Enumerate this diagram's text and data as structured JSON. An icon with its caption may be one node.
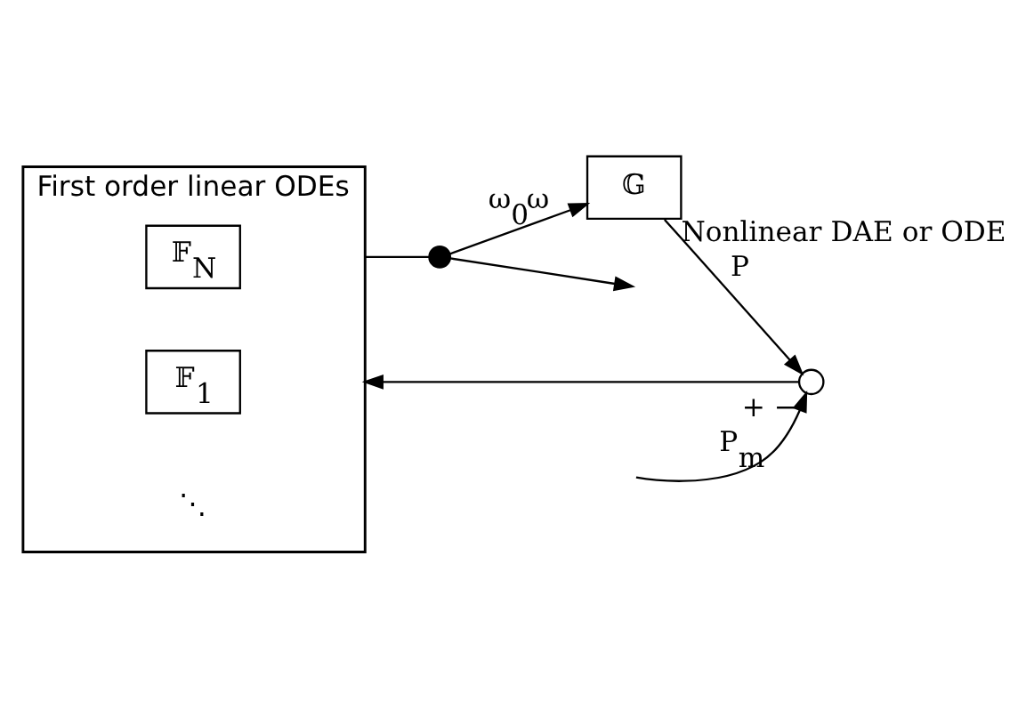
{
  "diagram": {
    "nodes": [
      {
        "text": [
          "First order linear ODEs"
        ]
      },
      {
        "text": [
          "𝔽$_{1}$"
        ],
        "in": 0
      },
      {
        "text": [
          "𝔽$_{N}$"
        ],
        "in": 0
      },
      {
        "text": [],
        "shape": "circle",
        "beside": [
          "+",
          "−"
        ]
      },
      {
        "text": [
          "𝔾"
        ],
        "beside": [
          "Nonlinear DAE or ODE"
        ]
      },
      {
        "text": [],
        "shape": "circle"
      }
    ],
    "edges": [
      {
        "from": null,
        "to": 3,
        "arrow": "to",
        "label": "P$_{m}$"
      },
      {
        "from": 3,
        "to": 0,
        "arrow": "to"
      },
      {
        "from": 0,
        "to": 5,
        "arrow": "none"
      },
      {
        "from": 5,
        "to": null,
        "arrow": "to"
      },
      {
        "from": 5,
        "to": 4,
        "arrow": "to",
        "label": "ω$_{0}$ω"
      },
      {
        "from": 4,
        "to": 3,
        "arrow": "to",
        "label": "P"
      }
    ],
    "labels": [
      "⋱"
    ]
  }
}
